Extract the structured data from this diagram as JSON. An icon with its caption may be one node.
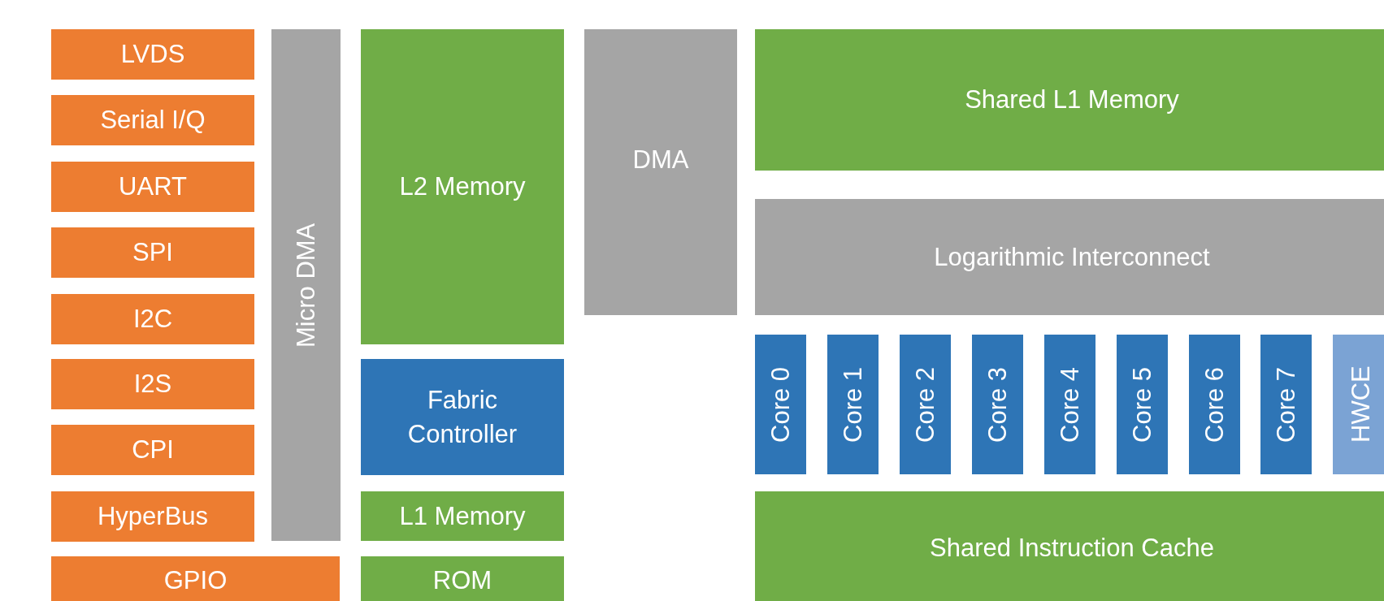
{
  "diagram": {
    "nodes": [
      {
        "text": [
          "LVDS"
        ]
      },
      {
        "text": [
          "Serial I/Q"
        ]
      },
      {
        "text": [
          "UART"
        ]
      },
      {
        "text": [
          "SPI"
        ]
      },
      {
        "text": [
          "I2C"
        ]
      },
      {
        "text": [
          "I2S"
        ]
      },
      {
        "text": [
          "CPI"
        ]
      },
      {
        "text": [
          "HyperBus"
        ]
      },
      {
        "text": [
          "GPIO"
        ]
      },
      {
        "text": [
          "Micro DMA"
        ]
      },
      {
        "text": [
          "L2 Memory"
        ]
      },
      {
        "text": [
          "Fabric Controller"
        ]
      },
      {
        "text": [
          "L1 Memory"
        ]
      },
      {
        "text": [
          "ROM"
        ]
      },
      {
        "text": [
          "DMA"
        ]
      },
      {
        "text": [
          "Shared L1 Memory"
        ]
      },
      {
        "text": [
          "Logarithmic Interconnect"
        ]
      },
      {
        "text": [
          "Core 0"
        ]
      },
      {
        "text": [
          "Core 1"
        ]
      },
      {
        "text": [
          "Core 2"
        ]
      },
      {
        "text": [
          "Core 3"
        ]
      },
      {
        "text": [
          "Core 4"
        ]
      },
      {
        "text": [
          "Core 5"
        ]
      },
      {
        "text": [
          "Core 6"
        ]
      },
      {
        "text": [
          "Core 7"
        ]
      },
      {
        "text": [
          "HWCE"
        ]
      },
      {
        "text": [
          "Shared Instruction Cache"
        ]
      }
    ]
  }
}
